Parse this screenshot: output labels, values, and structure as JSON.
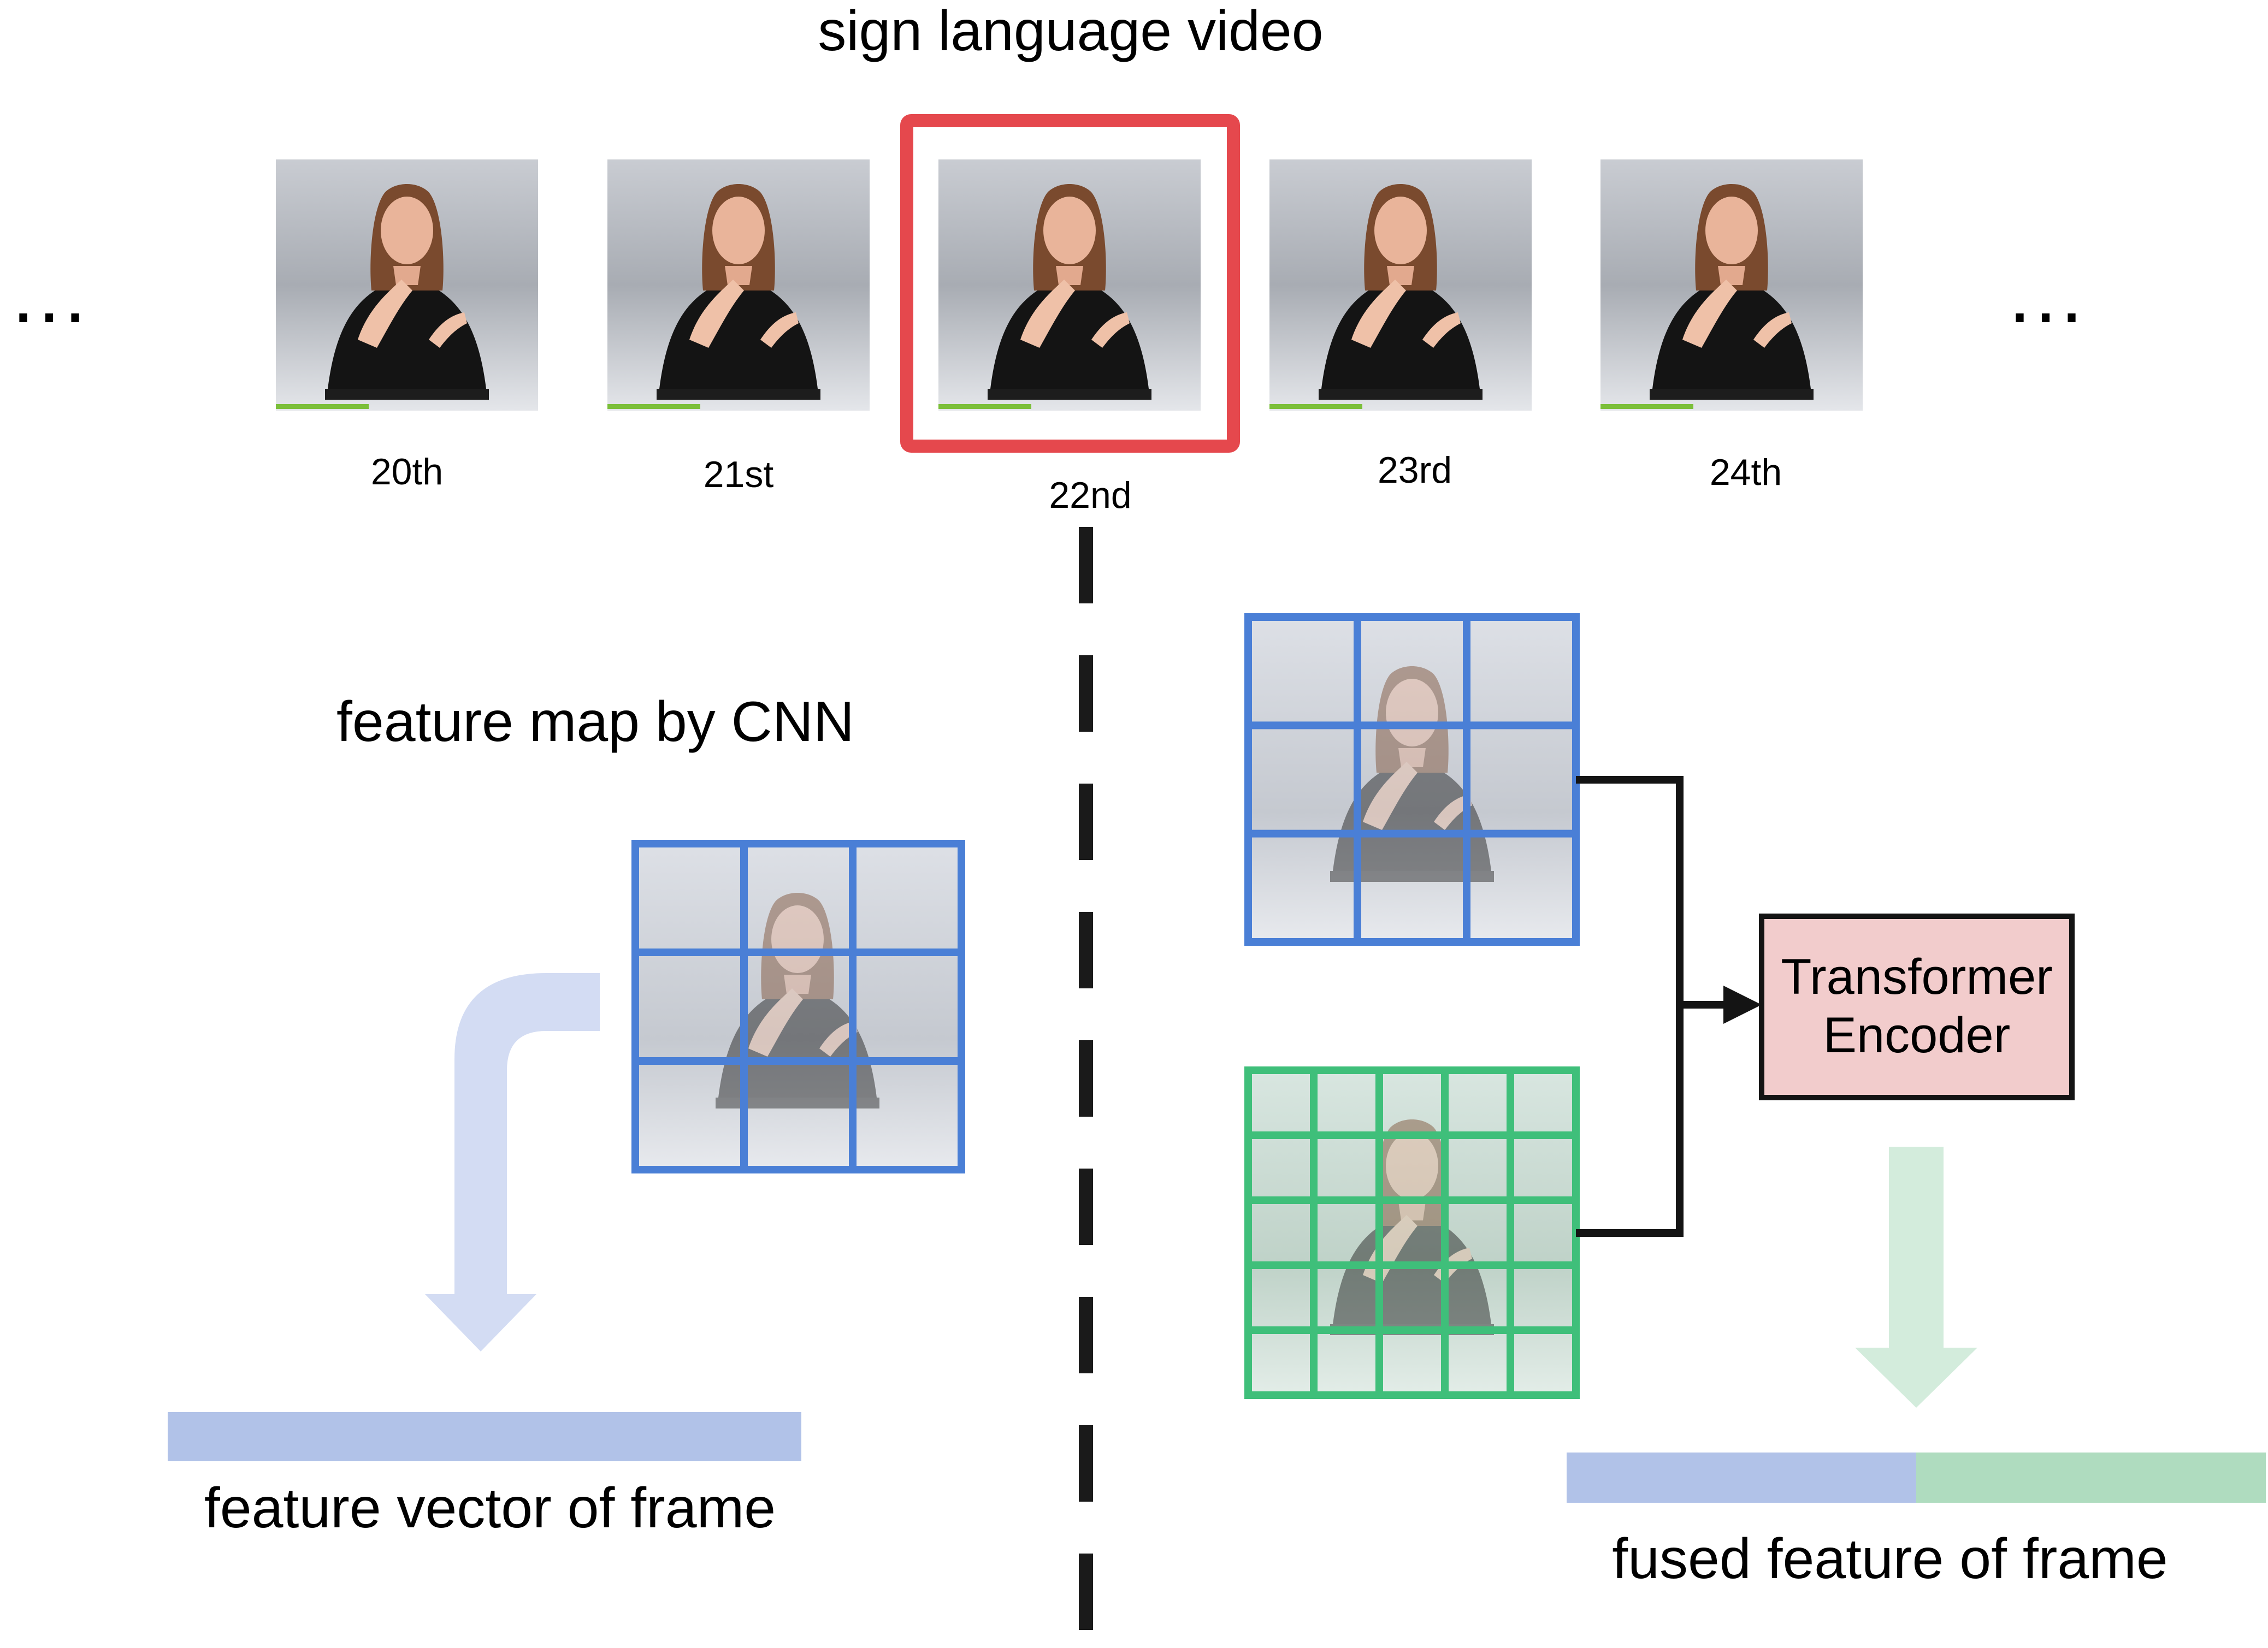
{
  "title": "sign language video",
  "ellipsis_left": "…",
  "ellipsis_right": "…",
  "frames": [
    {
      "label": "20th",
      "highlighted": false
    },
    {
      "label": "21st",
      "highlighted": false
    },
    {
      "label": "22nd",
      "highlighted": true
    },
    {
      "label": "23rd",
      "highlighted": false
    },
    {
      "label": "24th",
      "highlighted": false
    }
  ],
  "left_panel": {
    "heading": "feature map by CNN",
    "grid_rows": 3,
    "grid_cols": 3,
    "output_label": "feature vector of frame"
  },
  "right_panel": {
    "blue_grid_rows": 3,
    "blue_grid_cols": 3,
    "green_grid_rows": 5,
    "green_grid_cols": 5,
    "encoder_line1": "Transformer",
    "encoder_line2": "Encoder",
    "output_label": "fused feature of frame"
  },
  "colors": {
    "highlight": "#e5484d",
    "blue_grid": "#4a7fd6",
    "green_grid": "#3fbf7a",
    "blue_arrow": "#d3dcf3",
    "green_arrow": "#d3ecdc",
    "feature_bar_blue": "#b1c2e8",
    "feature_bar_green": "#afdcbf",
    "encoder_fill": "#f2cccc",
    "divider": "#1a1a1a"
  }
}
